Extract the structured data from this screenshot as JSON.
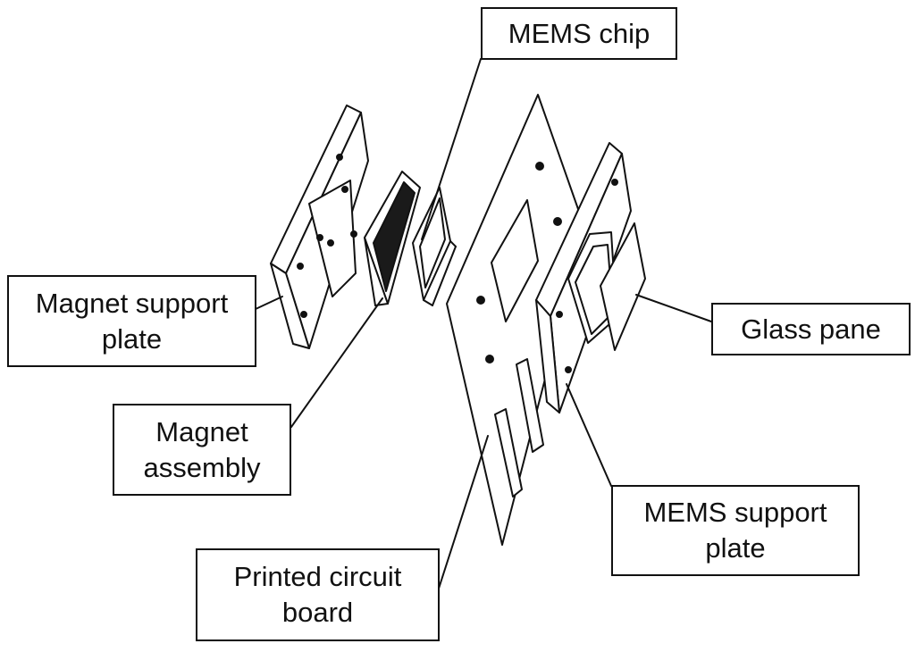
{
  "labels": {
    "mems_chip": [
      "MEMS chip"
    ],
    "magnet_support_plate": [
      "Magnet support",
      "plate"
    ],
    "glass_pane": [
      "Glass pane"
    ],
    "magnet_assembly": [
      "Magnet",
      "assembly"
    ],
    "mems_support_plate": [
      "MEMS support",
      "plate"
    ],
    "printed_circuit_board": [
      "Printed circuit",
      "board"
    ]
  },
  "colors": {
    "line": "#111111",
    "background": "#ffffff",
    "magnet_fill": "#1a1a1a"
  }
}
